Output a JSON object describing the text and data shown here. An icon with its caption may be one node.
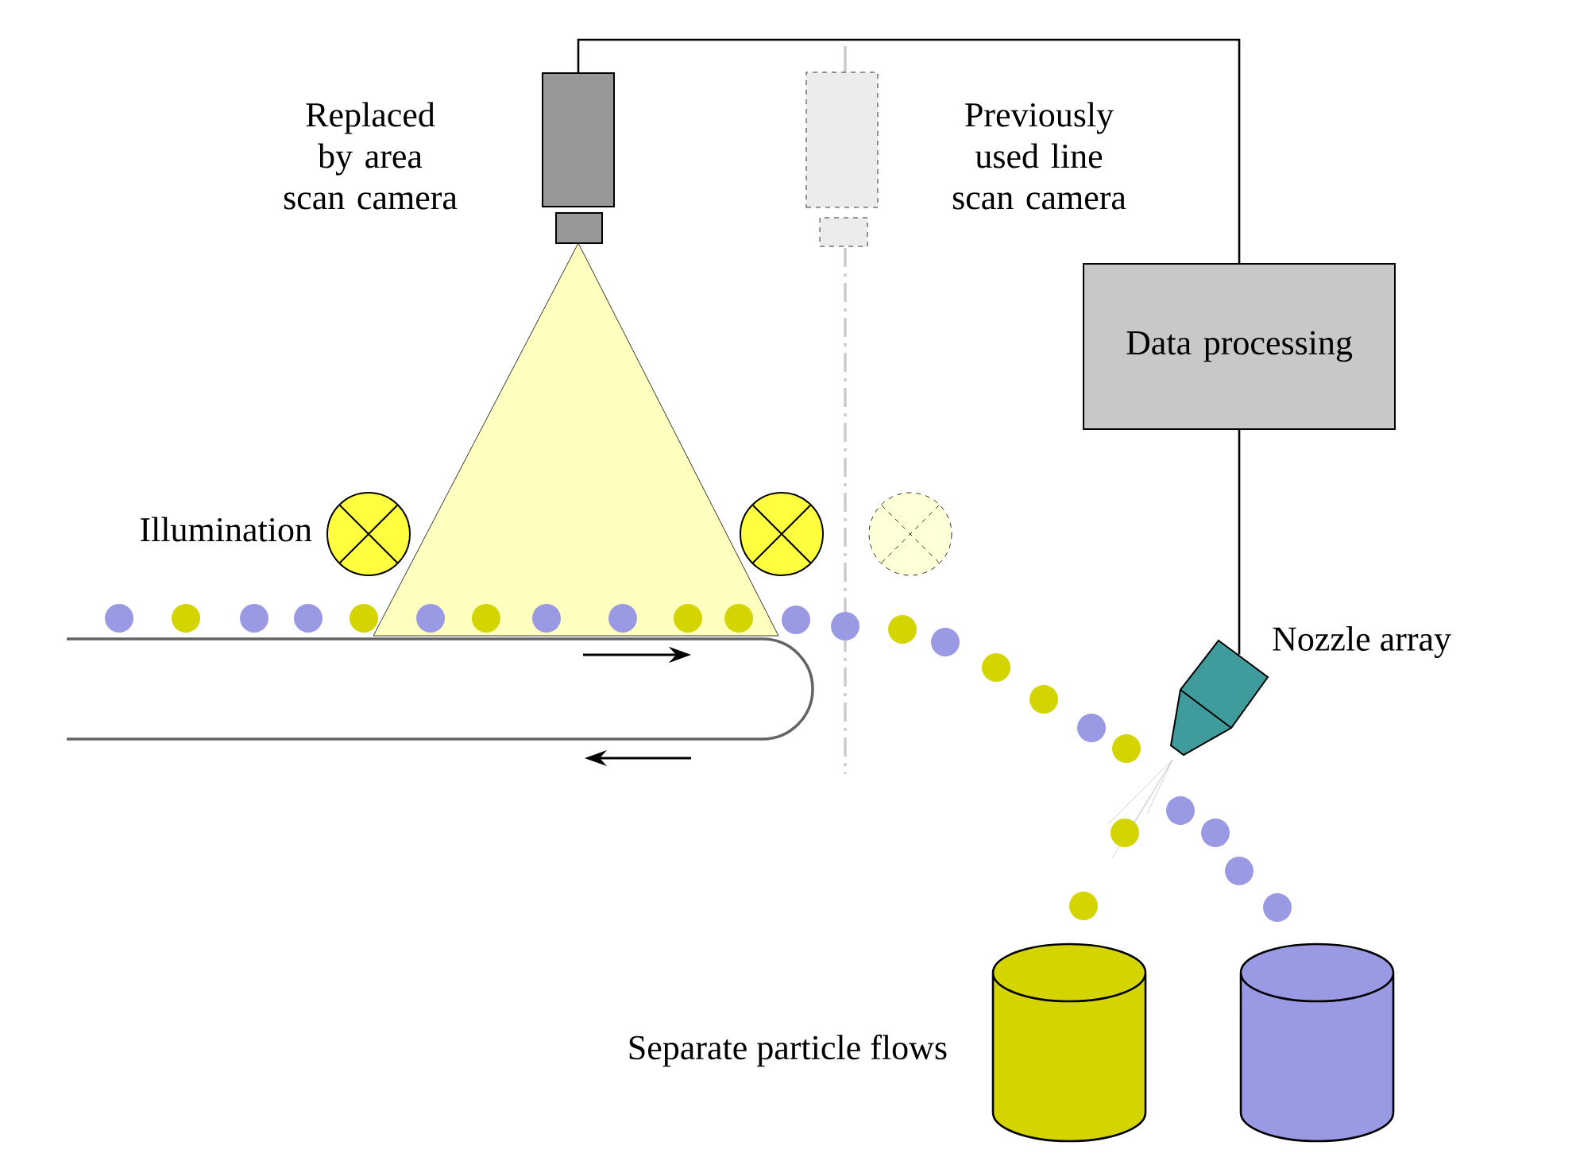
{
  "diagram": {
    "nodes": [
      {
        "text": [],
        "shape": "box",
        "beside": [
          "Replaced by area scan camera"
        ]
      },
      {
        "text": [],
        "shape": "box",
        "beside": [
          "Previously used line scan camera"
        ]
      },
      {
        "text": [
          "Data processing"
        ]
      },
      {
        "text": [
          "Nozzle array"
        ]
      }
    ],
    "edges": [
      {
        "from": 0,
        "to": 2,
        "arrow": "none"
      },
      {
        "from": 2,
        "to": 3,
        "arrow": "none"
      }
    ],
    "labels": [
      "Illumination",
      "Separate particle flows"
    ]
  }
}
